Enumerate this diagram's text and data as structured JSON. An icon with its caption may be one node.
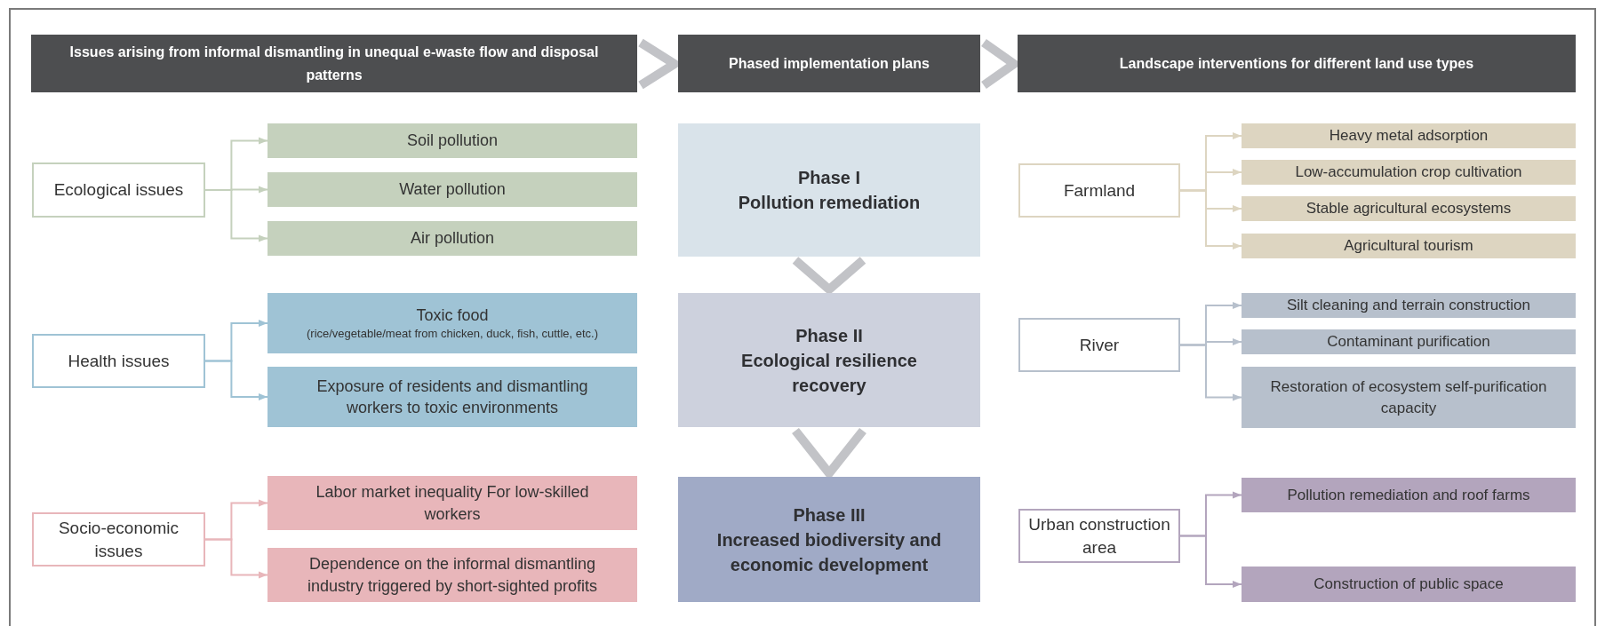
{
  "diagram": {
    "nodes": [
      {
        "text": [
          "Issues arising from informal dismantling in unequal e-waste flow and disposal patterns"
        ]
      },
      {
        "text": [
          "Phased implementation plans"
        ]
      },
      {
        "text": [
          "Landscape interventions for different land use types"
        ]
      },
      {
        "text": [
          "Ecological issues"
        ]
      },
      {
        "text": [
          "Soil pollution"
        ]
      },
      {
        "text": [
          "Water pollution"
        ]
      },
      {
        "text": [
          "Air pollution"
        ]
      },
      {
        "text": [
          "Phase I",
          "Pollution remediation"
        ]
      },
      {
        "text": [
          "Farmland"
        ]
      },
      {
        "text": [
          "Heavy metal adsorption"
        ]
      },
      {
        "text": [
          "Low-accumulation crop cultivation"
        ]
      },
      {
        "text": [
          "Stable agricultural ecosystems"
        ]
      },
      {
        "text": [
          "Agricultural tourism"
        ]
      },
      {
        "text": [
          "Health issues"
        ]
      },
      {
        "text": [
          "Toxic food",
          "(rice/vegetable/meat from chicken, duck, fish, cuttle, etc.)"
        ]
      },
      {
        "text": [
          "Exposure of residents and dismantling workers to toxic environments"
        ]
      },
      {
        "text": [
          "Phase II",
          "Ecological resilience recovery"
        ]
      },
      {
        "text": [
          "River"
        ]
      },
      {
        "text": [
          "Silt cleaning and terrain construction"
        ]
      },
      {
        "text": [
          "Contaminant purification"
        ]
      },
      {
        "text": [
          "Restoration of ecosystem self-purification capacity"
        ]
      },
      {
        "text": [
          "Socio-economic issues"
        ]
      },
      {
        "text": [
          "Labor market inequality For low-skilled workers"
        ]
      },
      {
        "text": [
          "Dependence on the informal dismantling industry triggered by short-sighted profits"
        ]
      },
      {
        "text": [
          "Phase III",
          "Increased biodiversity and economic development"
        ]
      },
      {
        "text": [
          "Urban construction area"
        ]
      },
      {
        "text": [
          "Pollution remediation and roof farms"
        ]
      },
      {
        "text": [
          "Construction of public space"
        ]
      }
    ],
    "edges": [
      {
        "from": 0,
        "to": 1,
        "arrow": "to",
        "style": "thick",
        "color": "#c2c3c7"
      },
      {
        "from": 1,
        "to": 2,
        "arrow": "to",
        "style": "thick",
        "color": "#c2c3c7"
      },
      {
        "from": 7,
        "to": 16,
        "arrow": "to",
        "style": "thick",
        "color": "#c2c3c7"
      },
      {
        "from": 16,
        "to": 24,
        "arrow": "to",
        "style": "thick",
        "color": "#c2c3c7"
      },
      {
        "from": 3,
        "to": 4,
        "arrow": "to",
        "color": "#c5d1bd"
      },
      {
        "from": 3,
        "to": 5,
        "arrow": "to",
        "color": "#c5d1bd"
      },
      {
        "from": 3,
        "to": 6,
        "arrow": "to",
        "color": "#c5d1bd"
      },
      {
        "from": 8,
        "to": 9,
        "arrow": "to",
        "color": "#ddd5c1"
      },
      {
        "from": 8,
        "to": 10,
        "arrow": "to",
        "color": "#ddd5c1"
      },
      {
        "from": 8,
        "to": 11,
        "arrow": "to",
        "color": "#ddd5c1"
      },
      {
        "from": 8,
        "to": 12,
        "arrow": "to",
        "color": "#ddd5c1"
      },
      {
        "from": 13,
        "to": 14,
        "arrow": "to",
        "color": "#9fc3d5"
      },
      {
        "from": 13,
        "to": 15,
        "arrow": "to",
        "color": "#9fc3d5"
      },
      {
        "from": 17,
        "to": 18,
        "arrow": "to",
        "color": "#b7c0cc"
      },
      {
        "from": 17,
        "to": 19,
        "arrow": "to",
        "color": "#b7c0cc"
      },
      {
        "from": 17,
        "to": 20,
        "arrow": "to",
        "color": "#b7c0cc"
      },
      {
        "from": 21,
        "to": 22,
        "arrow": "to",
        "color": "#e8b6ba"
      },
      {
        "from": 21,
        "to": 23,
        "arrow": "to",
        "color": "#e8b6ba"
      },
      {
        "from": 25,
        "to": 26,
        "arrow": "to",
        "color": "#b3a5bd"
      },
      {
        "from": 25,
        "to": 27,
        "arrow": "to",
        "color": "#b3a5bd"
      }
    ]
  }
}
